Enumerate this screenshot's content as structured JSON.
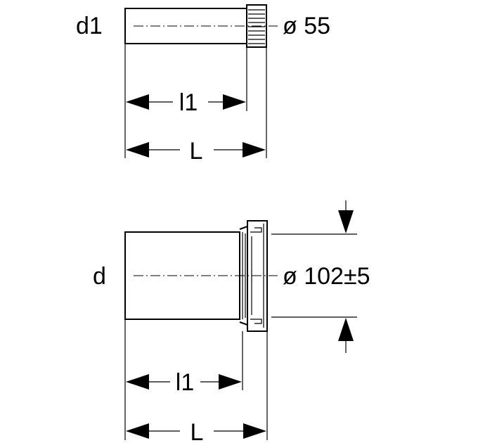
{
  "top_view": {
    "left_label": "d1",
    "diameter_label": "ø 55",
    "inner_length_label": "l1",
    "total_length_label": "L"
  },
  "bottom_view": {
    "left_label": "d",
    "diameter_label": "ø 102±5",
    "inner_length_label": "l1",
    "total_length_label": "L"
  }
}
